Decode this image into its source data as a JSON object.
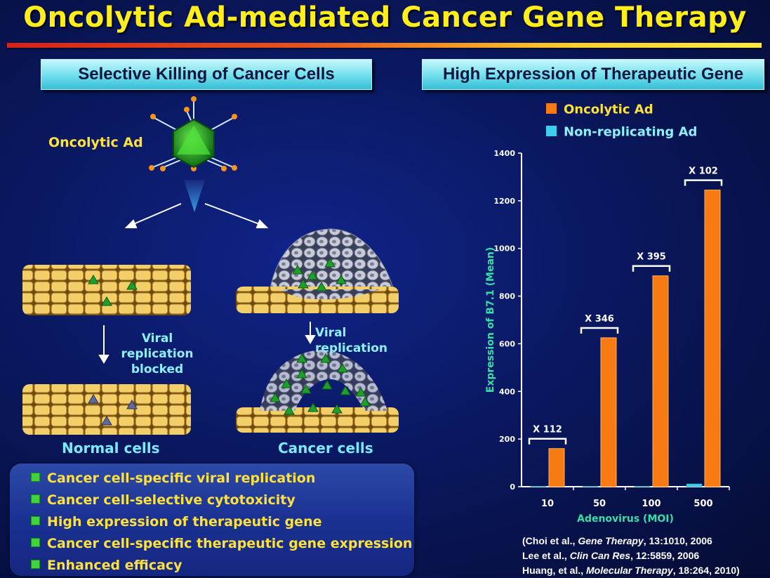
{
  "title": "Oncolytic Ad-mediated Cancer Gene Therapy",
  "left_panel": {
    "header": "Selective Killing of Cancer Cells",
    "virus_label": "Oncolytic Ad",
    "normal_arrow_label_1": "Viral replication",
    "normal_arrow_label_2": "blocked",
    "cancer_arrow_label": "Viral replication",
    "normal_cells_label": "Normal cells",
    "cancer_cells_label": "Cancer cells"
  },
  "bullets": [
    "Cancer cell-specific viral replication",
    "Cancer cell-selective cytotoxicity",
    "High expression of therapeutic gene",
    "Cancer cell-specific therapeutic gene expression",
    "Enhanced efficacy"
  ],
  "right_panel": {
    "header": "High Expression of Therapeutic Gene"
  },
  "colors": {
    "title": "#ffee1a",
    "oncolytic": "#f77a12",
    "nonrep": "#3ccfee",
    "axis_label": "#35e0a8"
  },
  "chart_data": {
    "type": "bar",
    "categories": [
      "10",
      "50",
      "100",
      "500"
    ],
    "series": [
      {
        "name": "Oncolytic Ad",
        "values": [
          160,
          625,
          885,
          1245
        ]
      },
      {
        "name": "Non-replicating Ad",
        "values": [
          1.4,
          1.8,
          2.2,
          12
        ]
      }
    ],
    "annotations": [
      "X 112",
      "X 346",
      "X 395",
      "X 102"
    ],
    "xlabel": "Adenovirus (MOI)",
    "ylabel": "Expression of B7.1 (Mean)",
    "ylim": [
      0,
      1400
    ],
    "yticks": [
      "0",
      "200",
      "400",
      "600",
      "800",
      "1000",
      "1200",
      "1400"
    ],
    "legend": "top"
  },
  "references": {
    "line1_a": "(Choi et al., ",
    "line1_j": "Gene Therapy",
    "line1_b": ", 13:1010, 2006",
    "line2_a": "Lee et al., ",
    "line2_j": "Clin Can Res",
    "line2_b": ", 12:5859, 2006",
    "line3_a": "Huang, et al., ",
    "line3_j": "Molecular Therapy",
    "line3_b": ", 18:264, 2010)"
  }
}
